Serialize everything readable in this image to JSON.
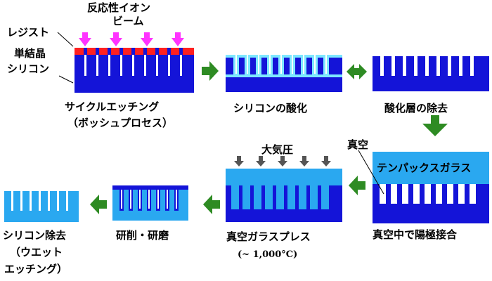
{
  "labels": {
    "reactive_ion_beam_1": "反応性イオン",
    "reactive_ion_beam_2": "ビーム",
    "resist": "レジスト",
    "single_crystal_1": "単結晶",
    "single_crystal_2": "シリコン",
    "step1_line1": "サイクルエッチング",
    "step1_line2": "（ボッシュプロセス）",
    "step2": "シリコンの酸化",
    "step3": "酸化層の除去",
    "vacuum": "真空",
    "tempax_glass": "テンパックスガラス",
    "step4": "真空中で陽極接合",
    "atmosphere": "大気圧",
    "step5": "真空ガラスプレス",
    "step5_temp": "(~ 1,000°C)",
    "step6": "研削・研磨",
    "step7_line1": "シリコン除去",
    "step7_line2": "（ウエット",
    "step7_line3": "エッチング）"
  },
  "colors": {
    "silicon": "#1414d8",
    "glass": "#2aa8f0",
    "oxide": "#7ee8ff",
    "resist": "#ff2020",
    "ion_arrow": "#ff33ff",
    "process_arrow": "#2e8b23",
    "pressure_arrow": "#555555"
  },
  "icons": [
    "ion-beam-arrow",
    "process-arrow",
    "bidirectional-arrow",
    "pressure-arrow",
    "pointer-line"
  ]
}
